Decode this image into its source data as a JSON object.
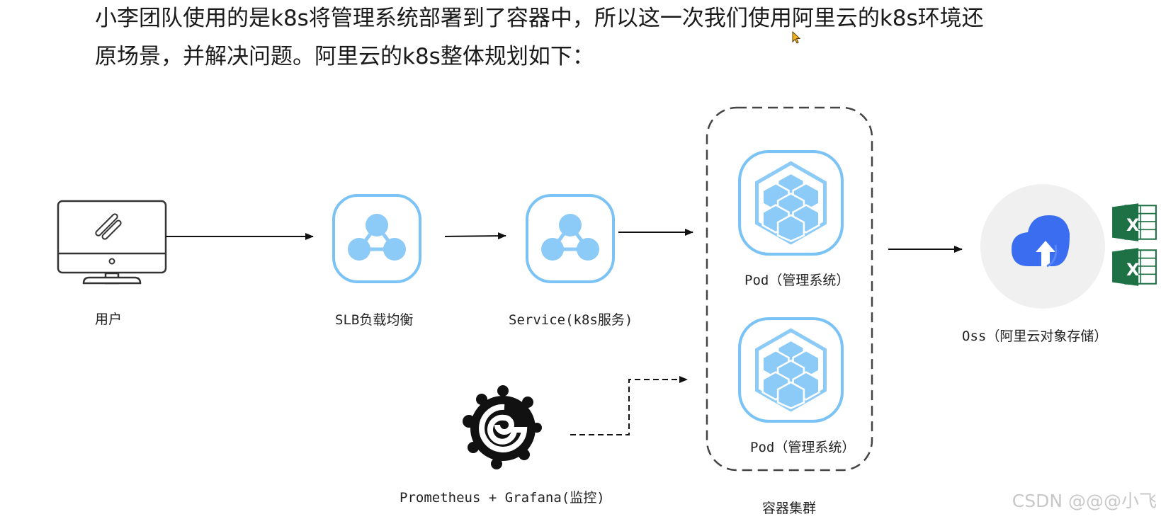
{
  "intro": {
    "line1": "小李团队使用的是k8s将管理系统部署到了容器中，所以这一次我们使用阿里云的k8s环境还",
    "line2": "原场景，并解决问题。阿里云的k8s整体规划如下："
  },
  "nodes": {
    "user": "用户",
    "slb": "SLB负载均衡",
    "service": "Service(k8s服务)",
    "pod1": "Pod（管理系统）",
    "pod2": "Pod（管理系统）",
    "cluster": "容器集群",
    "oss": "Oss（阿里云对象存储）",
    "monitor": "Prometheus + Grafana(监控)"
  },
  "icons": [
    "monitor-icon",
    "network-topology-icon",
    "cube-cluster-icon",
    "cloud-upload-icon",
    "excel-file-icon",
    "grafana-logo-icon",
    "mouse-cursor-icon"
  ],
  "colors": {
    "accent": "#7cc3f5",
    "accent_fill": "#8ccbf7",
    "excel": "#1e7145",
    "cloud": "#3b6df0",
    "arrow": "#111111"
  },
  "excel": {
    "glyph": "X"
  },
  "watermark": "CSDN @@@小飞"
}
